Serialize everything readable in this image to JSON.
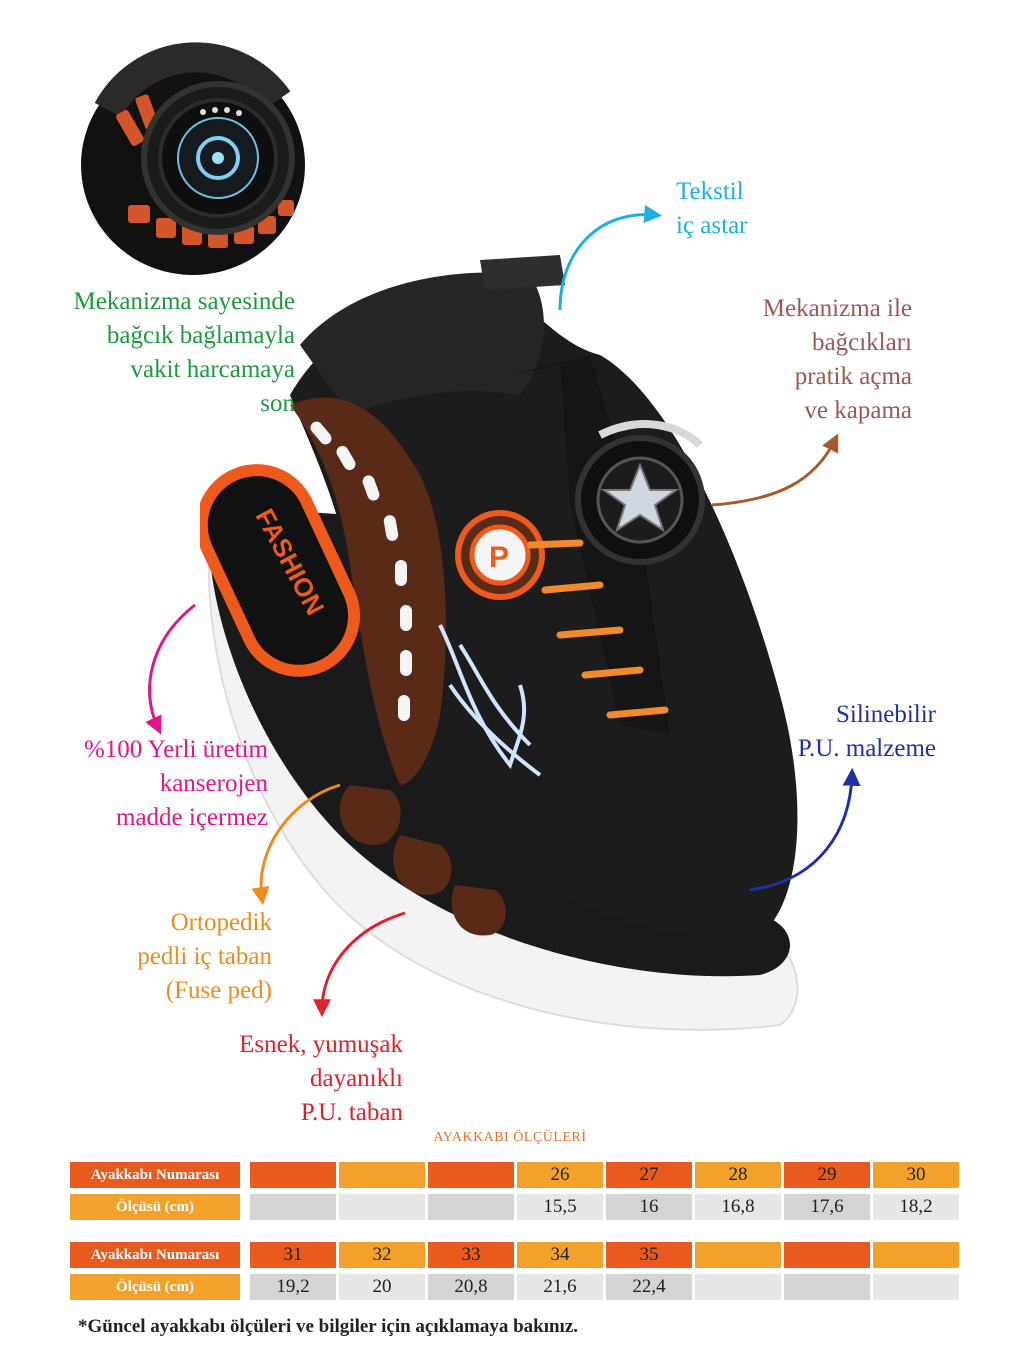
{
  "callouts": {
    "textile": {
      "lines": [
        "Tekstil",
        "iç astar"
      ],
      "color": "#1ab1e0"
    },
    "mechanism_time": {
      "lines": [
        "Mekanizma sayesinde",
        "bağcık bağlamayla",
        "vakit harcamaya",
        "son"
      ],
      "color": "#1c9a3c"
    },
    "mechanism_lace": {
      "lines": [
        "Mekanizma ile",
        "bağcıkları",
        "pratik açma",
        "ve kapama"
      ],
      "color": "#9a5a52"
    },
    "local_production": {
      "lines": [
        "%100 Yerli üretim",
        "kanserojen",
        "madde içermez"
      ],
      "color": "#e0168a"
    },
    "washable": {
      "lines": [
        "Silinebilir",
        "P.U. malzeme"
      ],
      "color": "#1f2fa8"
    },
    "insole": {
      "lines": [
        "Ortopedik",
        "pedli iç taban",
        "(Fuse ped)"
      ],
      "color": "#ef8a1c"
    },
    "sole": {
      "lines": [
        "Esnek, yumuşak",
        "dayanıklı",
        "P.U. taban"
      ],
      "color": "#e0202a"
    }
  },
  "shoe": {
    "badge_text": "FASHION",
    "logo_letter": "P"
  },
  "size_table": {
    "title": "AYAKKABI ÖLÇÜLERİ",
    "row_labels": {
      "number": "Ayakkabı Numarası",
      "size": "Ölçüsü (cm)"
    },
    "group1": {
      "numbers": [
        "",
        "",
        "",
        "26",
        "27",
        "28",
        "29",
        "30"
      ],
      "sizes": [
        "",
        "",
        "",
        "15,5",
        "16",
        "16,8",
        "17,6",
        "18,2"
      ]
    },
    "group2": {
      "numbers": [
        "31",
        "32",
        "33",
        "34",
        "35",
        "",
        "",
        ""
      ],
      "sizes": [
        "19,2",
        "20",
        "20,8",
        "21,6",
        "22,4",
        "",
        "",
        ""
      ]
    },
    "colors": {
      "dark_orange": "#e85a1e",
      "light_orange": "#f2a22c",
      "dark_gray": "#d4d4d4",
      "light_gray": "#e7e7e7"
    }
  },
  "footnote": "*Güncel ayakkabı ölçüleri ve bilgiler için açıklamaya bakınız."
}
